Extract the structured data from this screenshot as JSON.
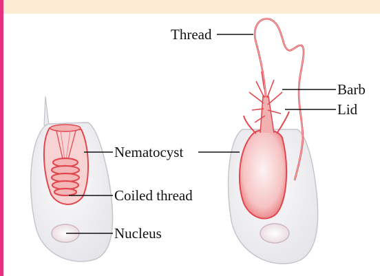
{
  "labels": {
    "thread": "Thread",
    "barb": "Barb",
    "lid": "Lid",
    "nematocyst": "Nematocyst",
    "coiled_thread": "Coiled thread",
    "nucleus": "Nucleus"
  },
  "colors": {
    "top_band": "#fcebd3",
    "left_bar": "#e8317d",
    "cell_fill": "#f4f4f6",
    "cell_outline": "#c9c9d0",
    "nematocyst_red": "#e2474f",
    "nematocyst_fill": "#f7c6c6"
  }
}
